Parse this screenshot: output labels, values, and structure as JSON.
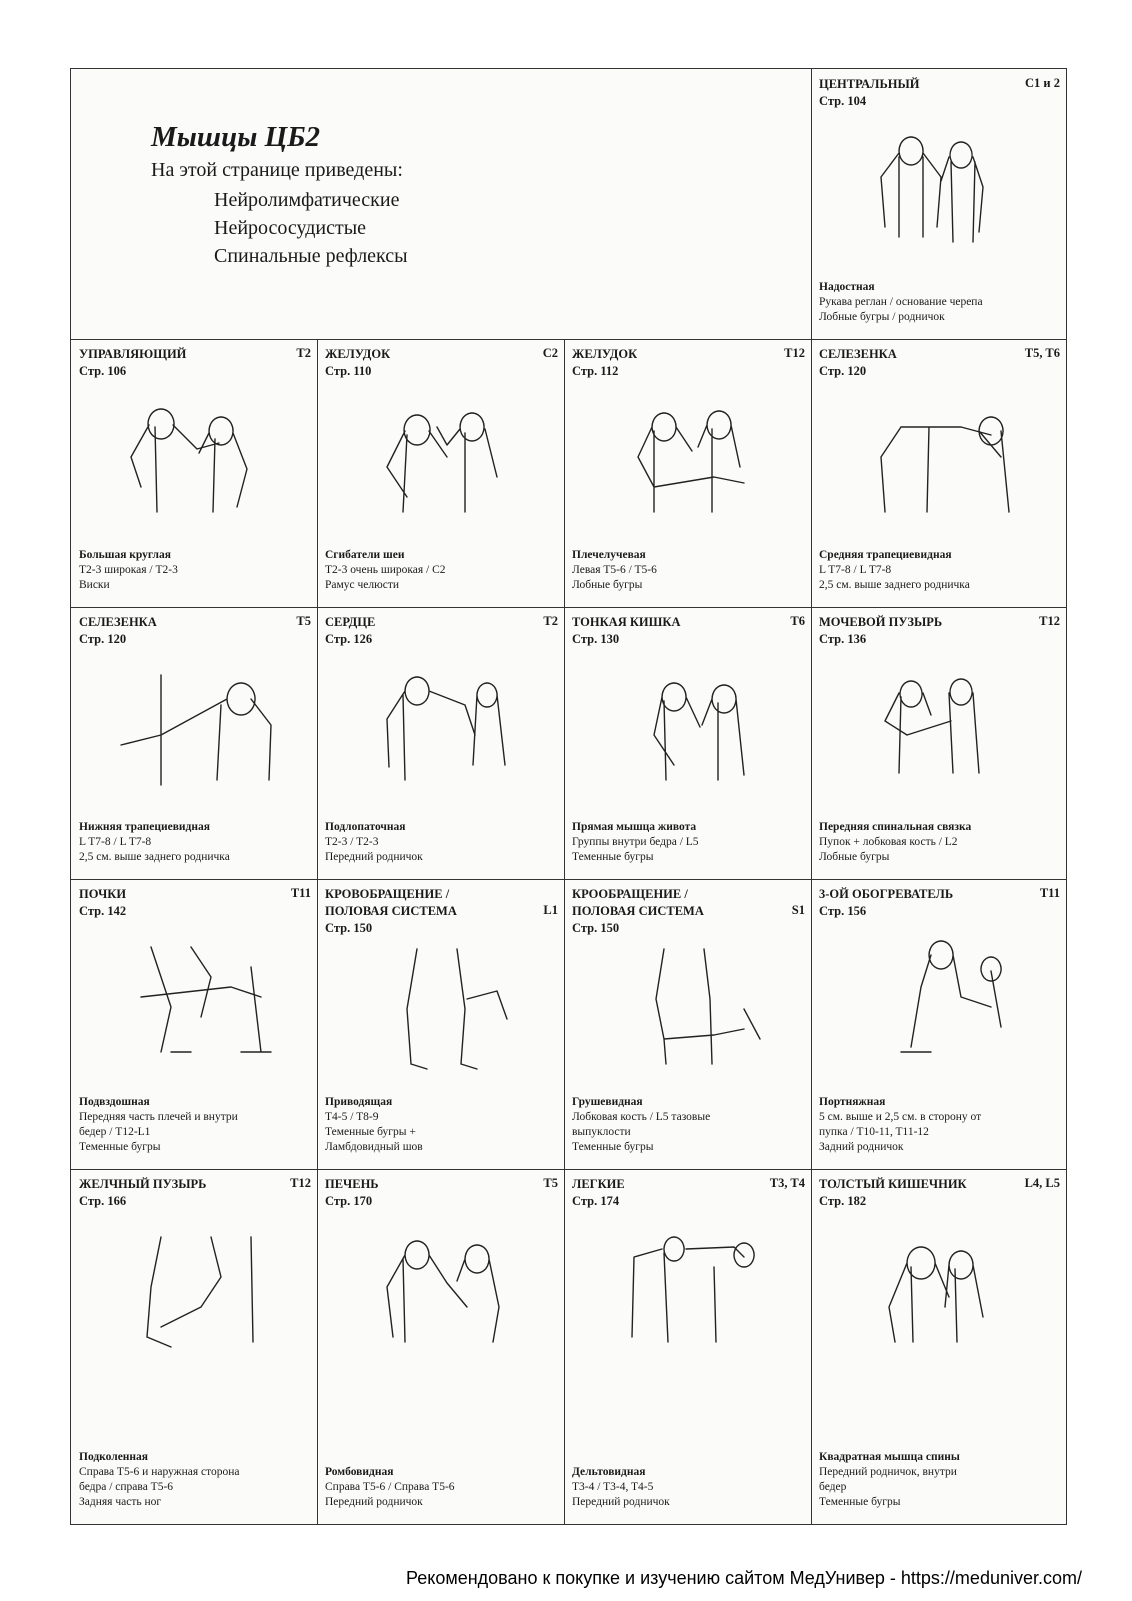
{
  "intro": {
    "title": "Мышцы ЦБ2",
    "subtitle": "На этой странице приведены:",
    "items": [
      "Нейролимфатические",
      "Нейрососудистые",
      "Спинальные рефлексы"
    ]
  },
  "cells": [
    {
      "name": "Центральный",
      "code": "C1 и 2",
      "page": "Стр. 104",
      "muscle": "Надостная",
      "lines": [
        "Рукава реглан / основание черепа",
        "Лобные бугры / родничок"
      ]
    },
    {
      "name": "Управляющий",
      "code": "T2",
      "page": "Стр. 106",
      "muscle": "Большая круглая",
      "lines": [
        "T2-3 широкая / T2-3",
        "Виски"
      ]
    },
    {
      "name": "ЖЕЛУДОК",
      "code": "C2",
      "page": "Стр. 110",
      "muscle": "Сгибатели шеи",
      "lines": [
        "T2-3 очень широкая / C2",
        "Рамус челюсти"
      ]
    },
    {
      "name": "ЖЕЛУДОК",
      "code": "T12",
      "page": "Стр. 112",
      "muscle": "Плечелучевая",
      "lines": [
        "Левая T5-6 / T5-6",
        "Лобные бугры"
      ]
    },
    {
      "name": "СЕЛЕЗЕНКА",
      "code": "T5, T6",
      "page": "Стр. 120",
      "muscle": "Средняя трапециевидная",
      "lines": [
        "L T7-8 / L T7-8",
        "2,5 см. выше заднего родничка"
      ]
    },
    {
      "name": "СЕЛЕЗЕНКА",
      "code": "T5",
      "page": "Стр. 120",
      "muscle": "Нижняя трапециевидная",
      "lines": [
        "L T7-8 / L T7-8",
        "2,5 см. выше заднего родничка"
      ]
    },
    {
      "name": "СЕРДЦЕ",
      "code": "T2",
      "page": "Стр. 126",
      "muscle": "Подлопаточная",
      "lines": [
        "T2-3 / T2-3",
        "Передний родничок"
      ]
    },
    {
      "name": "ТОНКАЯ КИШКА",
      "code": "T6",
      "page": "Стр. 130",
      "muscle": "Прямая мышца живота",
      "lines": [
        "Группы внутри бедра / L5",
        "Теменные бугры"
      ]
    },
    {
      "name": "МОЧЕВОЙ ПУЗЫРЬ",
      "code": "T12",
      "page": "Стр. 136",
      "muscle": "Передняя спинальная связка",
      "lines": [
        "Пупок + лобковая кость / L2",
        "Лобные бугры"
      ]
    },
    {
      "name": "ПОЧКИ",
      "code": "T11",
      "page": "Стр. 142",
      "muscle": "Подвздошная",
      "lines": [
        "Передняя часть плечей и внутри",
        "бедер / T12-L1",
        "Теменные бугры"
      ]
    },
    {
      "name": "КРОВОБРАЩЕНИЕ / ПОЛОВАЯ СИСТЕМА",
      "code": "L1",
      "page": "Стр. 150",
      "muscle": "Приводящая",
      "lines": [
        "T4-5 / T8-9",
        "Теменные бугры +",
        "Ламбдовидный шов"
      ]
    },
    {
      "name": "КРООБРАЩЕНИЕ / ПОЛОВАЯ СИСТЕМА",
      "code": "S1",
      "page": "Стр. 150",
      "muscle": "Грушевидная",
      "lines": [
        "Лобковая кость / L5 тазовые",
        "выпуклости",
        "Теменные бугры"
      ]
    },
    {
      "name": "3-ОЙ ОБОГРЕВАТЕЛЬ",
      "code": "T11",
      "page": "Стр. 156",
      "muscle": "Портняжная",
      "lines": [
        "5 см. выше и 2,5 см. в сторону от",
        "пупка / T10-11, T11-12",
        "Задний родничок"
      ]
    },
    {
      "name": "ЖЕЛЧНЫЙ ПУЗЫРЬ",
      "code": "T12",
      "page": "Стр. 166",
      "muscle": "Подколенная",
      "lines": [
        "Справа T5-6 и наружная сторона",
        "бедра / справа T5-6",
        "Задняя часть ног"
      ]
    },
    {
      "name": "ПЕЧЕНЬ",
      "code": "T5",
      "page": "Стр. 170",
      "muscle": "Ромбовидная",
      "lines": [
        "Справа T5-6 / Справа T5-6",
        "Передний родничок"
      ]
    },
    {
      "name": "ЛЕГКИЕ",
      "code": "T3, T4",
      "page": "Стр. 174",
      "muscle": "Дельтовидная",
      "lines": [
        "T3-4 / T3-4, T4-5",
        "Передний родничок"
      ]
    },
    {
      "name": "ТОЛСТЫЙ КИШЕЧНИК",
      "code": "L4, L5",
      "page": "Стр. 182",
      "muscle": "Квадратная мышца спины",
      "lines": [
        "Передний родничок, внутри",
        "бедер",
        "Теменные бугры"
      ]
    }
  ],
  "footer": "Рекомендовано к покупке и изучению сайтом МедУнивер - https://meduniver.com/"
}
